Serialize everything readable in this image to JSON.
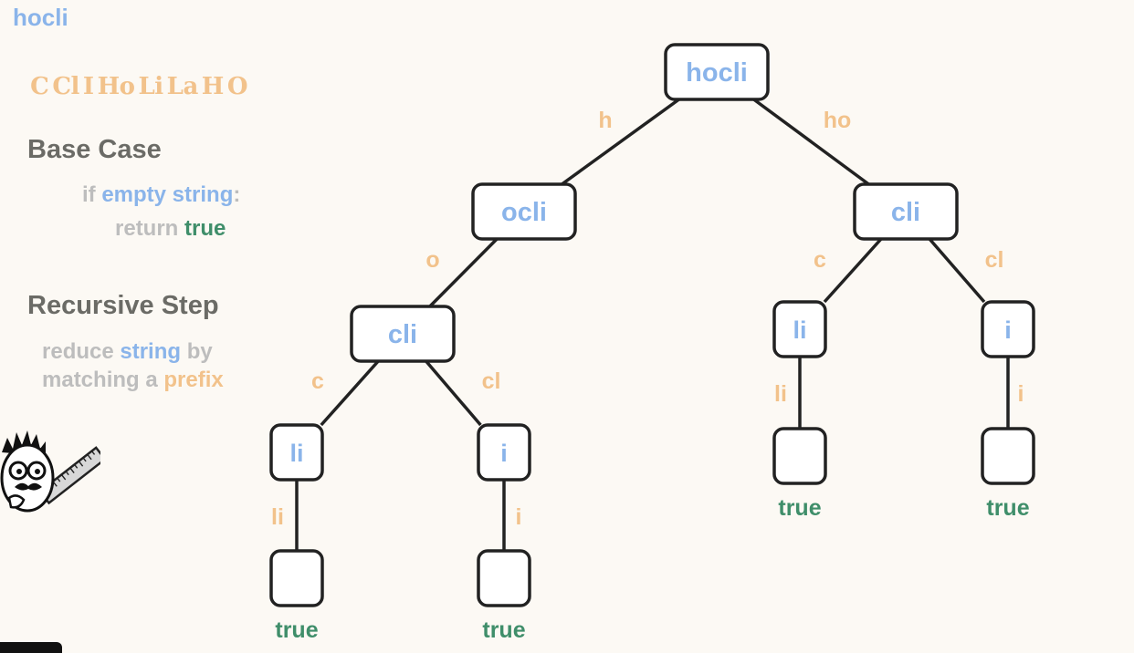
{
  "word": "hocli",
  "elements": [
    "C",
    "Cl",
    "I",
    "Ho",
    "Li",
    "La",
    "H",
    "O"
  ],
  "base_case": {
    "heading": "Base Case",
    "line1": {
      "pre": "if ",
      "highlight": "empty string",
      "post": ":"
    },
    "line2": {
      "pre": "return ",
      "highlight": "true"
    }
  },
  "recursive_step": {
    "heading": "Recursive Step",
    "line1": {
      "pre": "reduce ",
      "highlight": "string",
      "post": " by"
    },
    "line2": {
      "pre": "matching a ",
      "highlight": "prefix"
    }
  },
  "tree": {
    "nodes": [
      {
        "id": "root",
        "label": "hocli"
      },
      {
        "id": "l",
        "label": "ocli"
      },
      {
        "id": "r",
        "label": "cli"
      },
      {
        "id": "ll",
        "label": "cli"
      },
      {
        "id": "rl",
        "label": "li"
      },
      {
        "id": "rr",
        "label": "i"
      },
      {
        "id": "lll",
        "label": "li"
      },
      {
        "id": "llr",
        "label": "i"
      },
      {
        "id": "rll",
        "label": ""
      },
      {
        "id": "rrl",
        "label": ""
      },
      {
        "id": "llll",
        "label": ""
      },
      {
        "id": "llrl",
        "label": ""
      }
    ],
    "edges": [
      {
        "from": "root",
        "to": "l",
        "label": "h"
      },
      {
        "from": "root",
        "to": "r",
        "label": "ho"
      },
      {
        "from": "l",
        "to": "ll",
        "label": "o"
      },
      {
        "from": "r",
        "to": "rl",
        "label": "c"
      },
      {
        "from": "r",
        "to": "rr",
        "label": "cl"
      },
      {
        "from": "ll",
        "to": "lll",
        "label": "c"
      },
      {
        "from": "ll",
        "to": "llr",
        "label": "cl"
      },
      {
        "from": "rl",
        "to": "rll",
        "label": "li"
      },
      {
        "from": "rr",
        "to": "rrl",
        "label": "i"
      },
      {
        "from": "lll",
        "to": "llll",
        "label": "li"
      },
      {
        "from": "llr",
        "to": "llrl",
        "label": "i"
      }
    ],
    "leaf_result": "true"
  },
  "colors": {
    "blue": "#8ab4ea",
    "orange": "#f2c28b",
    "green": "#3f8e6a",
    "gray": "#bdbdbd",
    "heading": "#6b6b66",
    "background": "#fcf9f4"
  }
}
